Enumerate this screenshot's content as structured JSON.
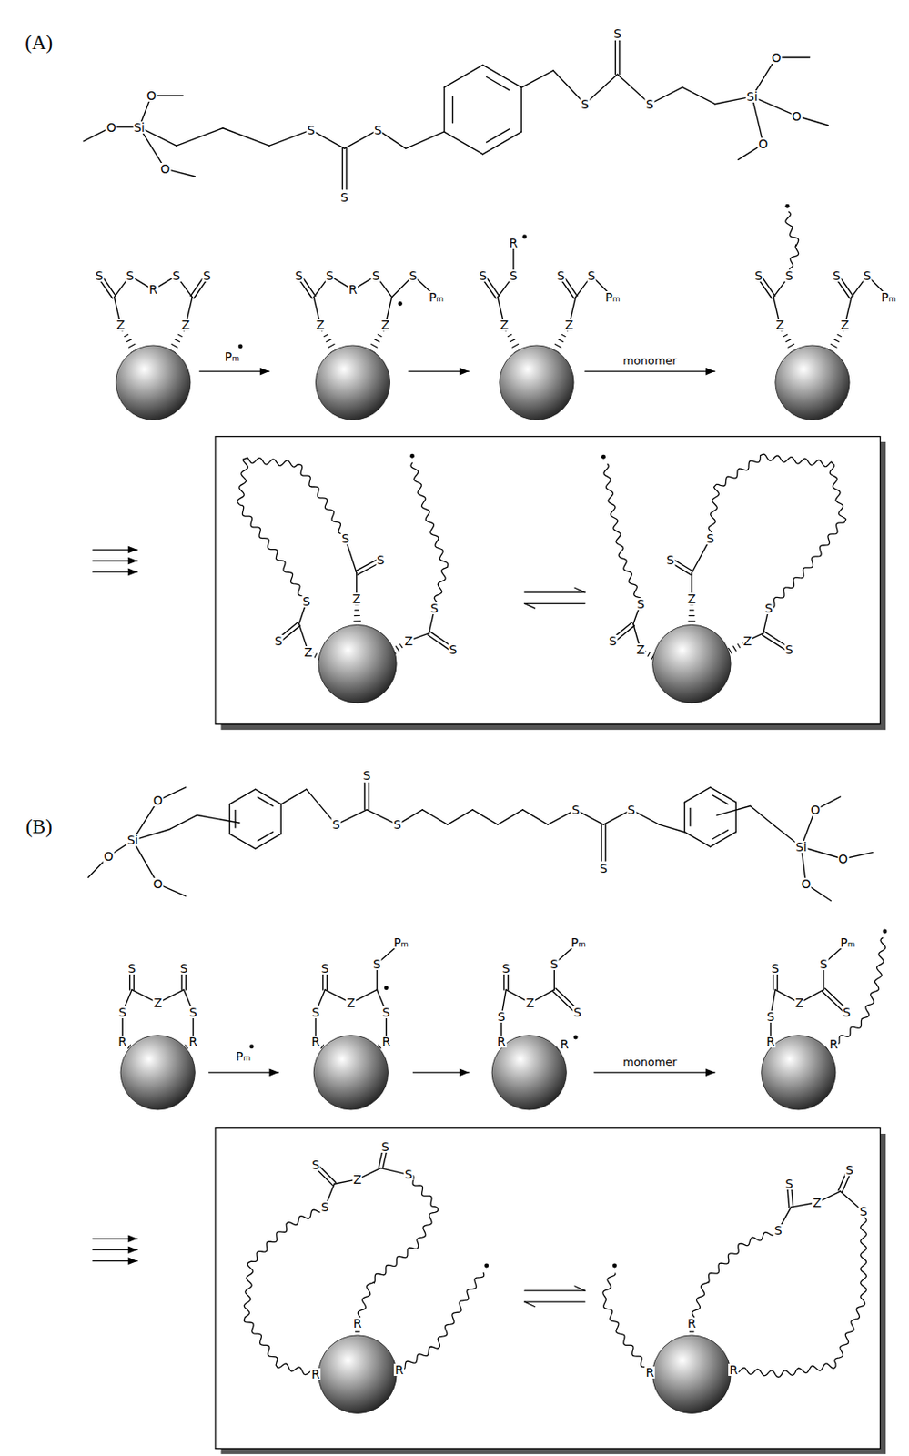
{
  "diagram": {
    "labels": [
      "(A)",
      "O",
      "Si",
      "O",
      "O",
      "S",
      "S",
      "S",
      "S",
      "S",
      "S",
      "Si",
      "O",
      "O",
      "O",
      "S",
      "S",
      "R",
      "S",
      "S",
      "Z",
      "Z",
      "Pₘ",
      "S",
      "S",
      "R",
      "S",
      "S",
      "Pₘ",
      "Z",
      "Z",
      "S",
      "S",
      "R",
      "S",
      "S",
      "Pₘ",
      "Z",
      "Z",
      "monomer",
      "S",
      "S",
      "S",
      "S",
      "Pₘ",
      "Z",
      "Z",
      "S",
      "S",
      "S",
      "S",
      "S",
      "Z",
      "Z",
      "Z",
      "S",
      "S",
      "S",
      "S",
      "S",
      "S",
      "Z",
      "Z",
      "Z",
      "S",
      "(B)",
      "O",
      "Si",
      "O",
      "O",
      "S",
      "S",
      "S",
      "S",
      "S",
      "S",
      "Si",
      "O",
      "O",
      "O",
      "S",
      "S",
      "S",
      "Z",
      "S",
      "R",
      "R",
      "Pₘ",
      "S",
      "S",
      "Pₘ",
      "S",
      "Z",
      "S",
      "R",
      "R",
      "S",
      "S",
      "Pₘ",
      "Z",
      "S",
      "S",
      "R",
      "R",
      "monomer",
      "S",
      "S",
      "Pₘ",
      "Z",
      "S",
      "S",
      "R",
      "R",
      "S",
      "S",
      "S",
      "Z",
      "S",
      "R",
      "R",
      "R",
      "S",
      "S",
      "S",
      "Z",
      "S",
      "R",
      "R",
      "R"
    ]
  }
}
